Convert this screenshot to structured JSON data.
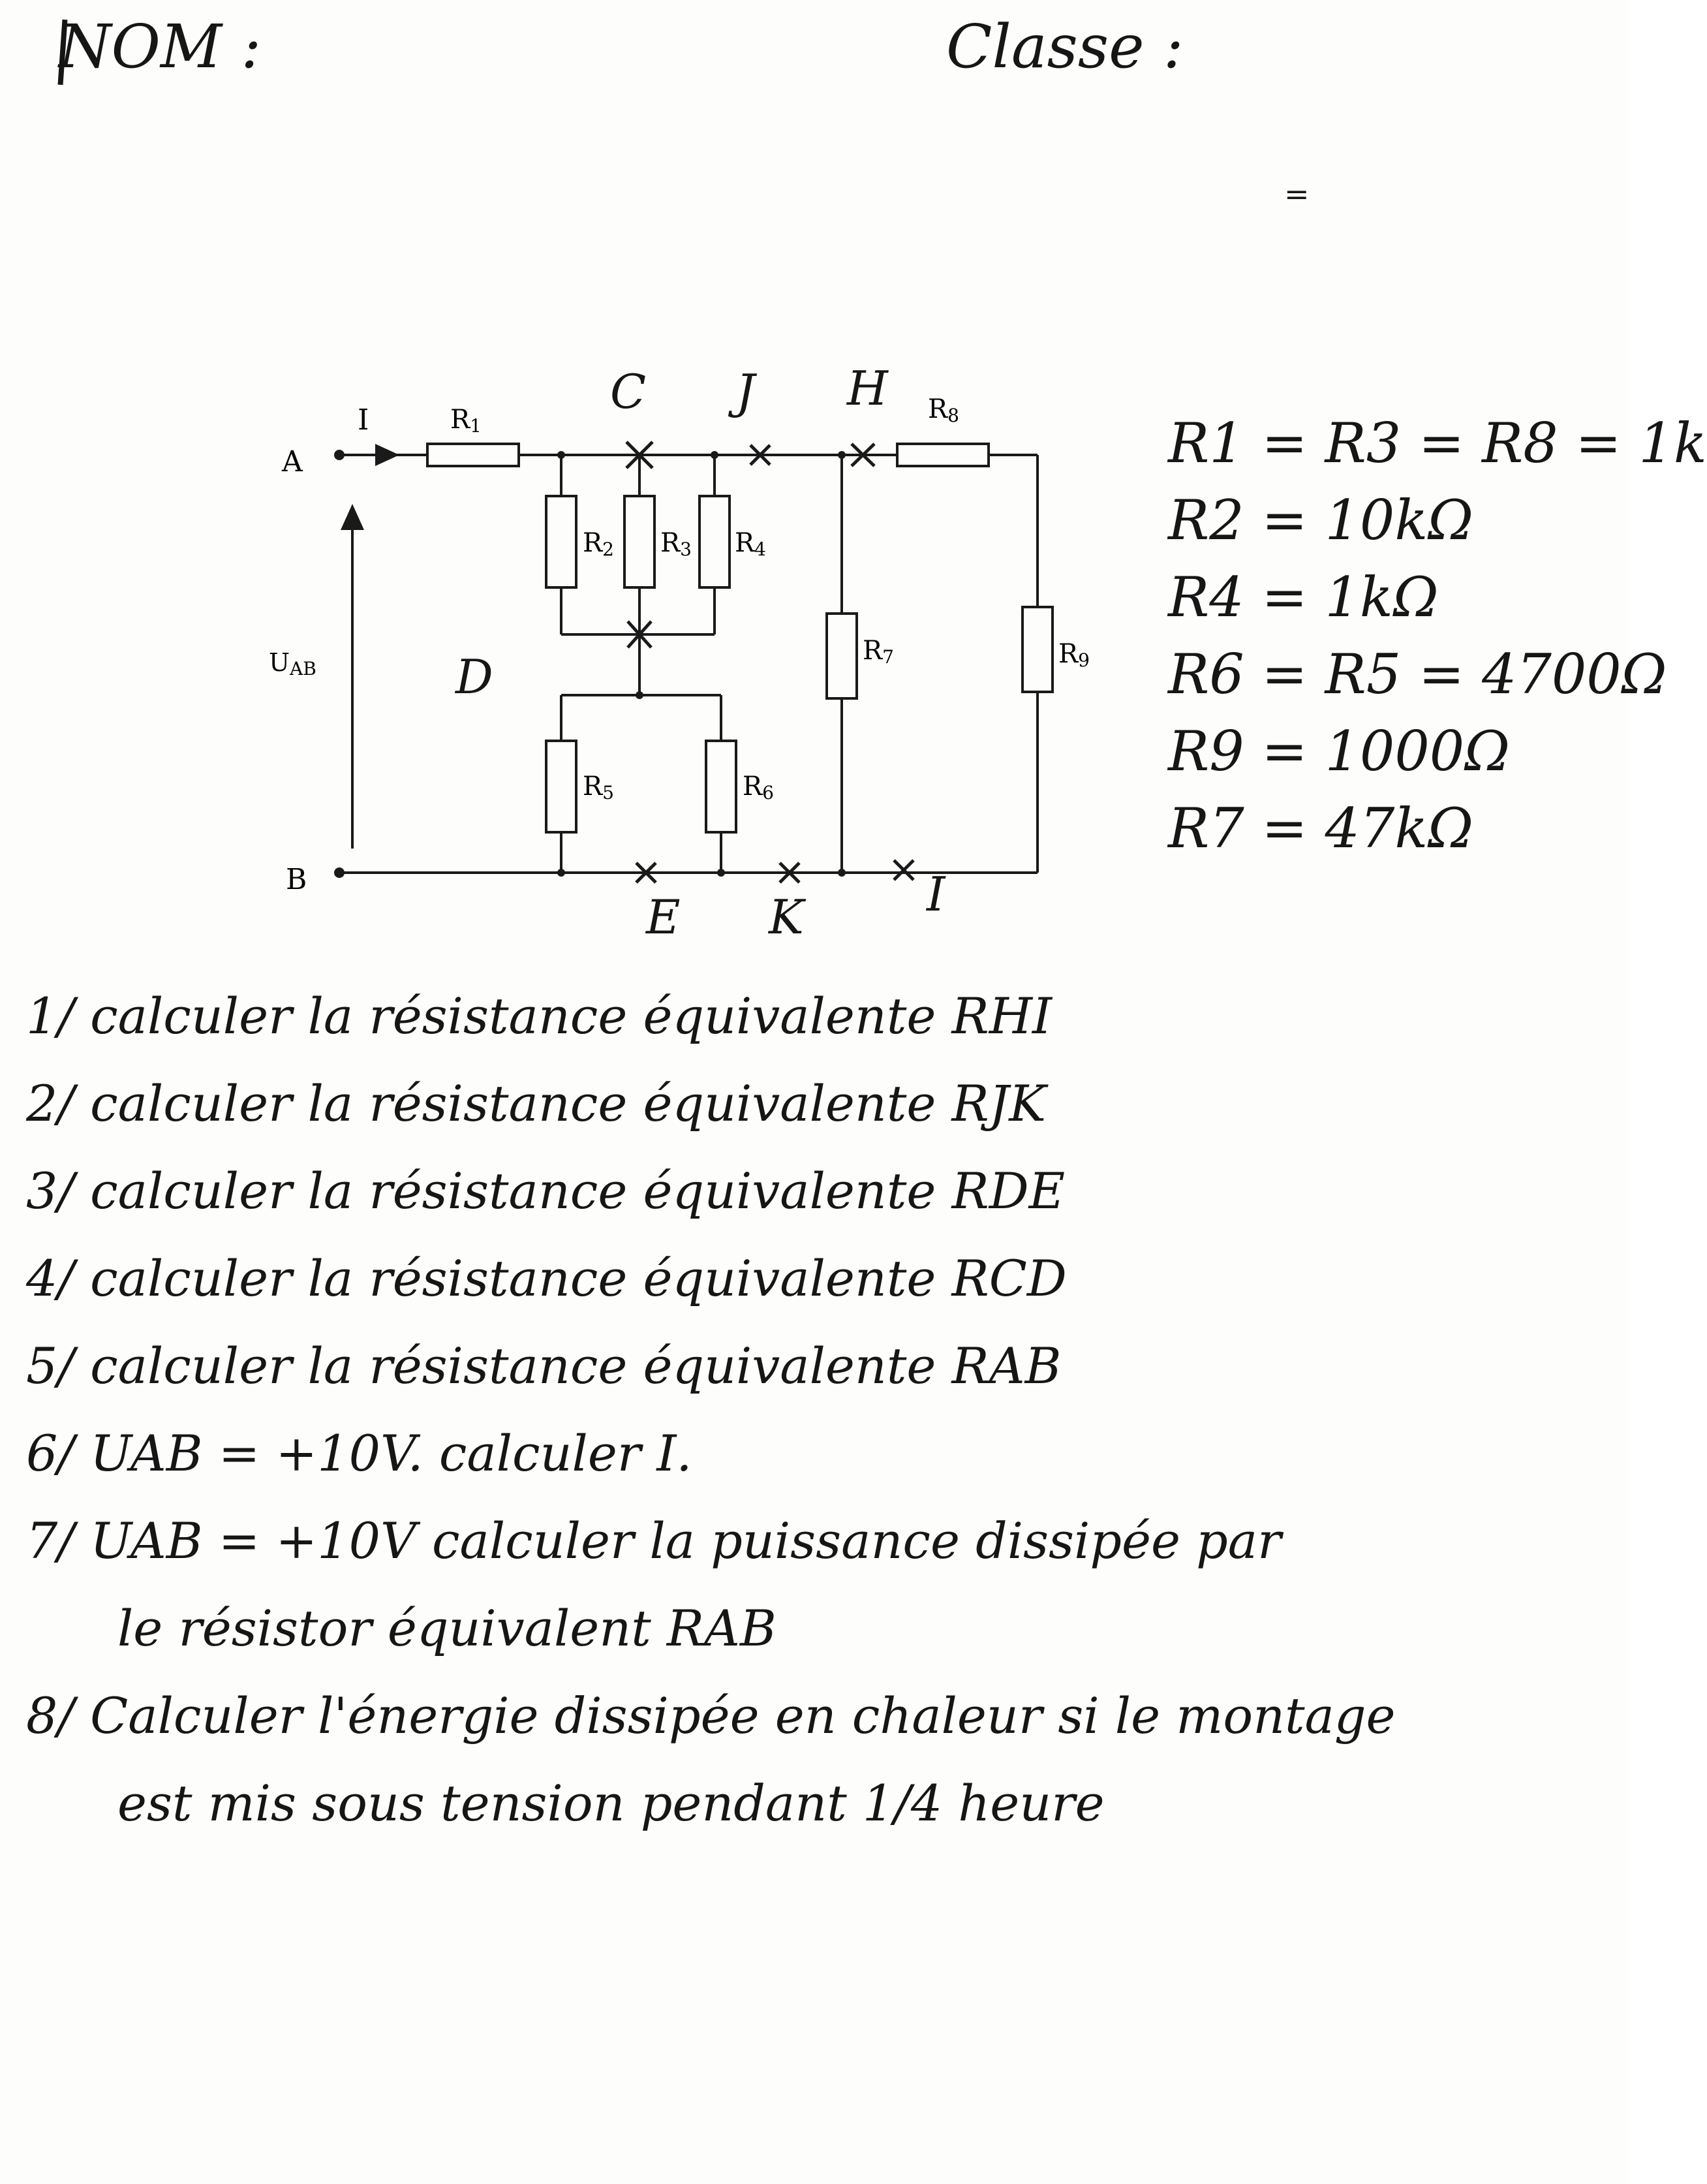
{
  "header": {
    "nom_label": "NOM :",
    "classe_label": "Classe :",
    "margin_mark": "="
  },
  "circuit": {
    "node_A": "A",
    "node_B": "B",
    "node_C": "C",
    "node_J": "J",
    "node_H": "H",
    "node_D": "D",
    "node_E": "E",
    "node_K": "K",
    "node_I": "I",
    "current_label": "I",
    "voltage_main": "U",
    "voltage_sub": "AB",
    "resistors": [
      {
        "main": "R",
        "sub": "1"
      },
      {
        "main": "R",
        "sub": "2"
      },
      {
        "main": "R",
        "sub": "3"
      },
      {
        "main": "R",
        "sub": "4"
      },
      {
        "main": "R",
        "sub": "5"
      },
      {
        "main": "R",
        "sub": "6"
      },
      {
        "main": "R",
        "sub": "7"
      },
      {
        "main": "R",
        "sub": "8"
      },
      {
        "main": "R",
        "sub": "9"
      }
    ],
    "colors": {
      "wire": "#1a1a1a",
      "background": "#fdfdfc"
    }
  },
  "values": [
    "R1 = R3 = R8 = 1k",
    "R2 = 10kΩ",
    "R4 = 1kΩ",
    "R6 = R5 = 4700Ω",
    "R9 = 1000Ω",
    "R7 = 47kΩ"
  ],
  "questions": [
    "1/ calculer la résistance équivalente RHI",
    "2/ calculer la résistance équivalente RJK",
    "3/ calculer la résistance équivalente RDE",
    "4/ calculer la résistance équivalente RCD",
    "5/ calculer la résistance équivalente RAB",
    "6/ UAB = +10V. calculer I.",
    "7/ UAB = +10V calculer la puissance dissipée par",
    "le résistor équivalent RAB",
    "8/ Calculer l'énergie dissipée en chaleur si le montage",
    "est mis sous tension pendant 1/4 heure"
  ]
}
